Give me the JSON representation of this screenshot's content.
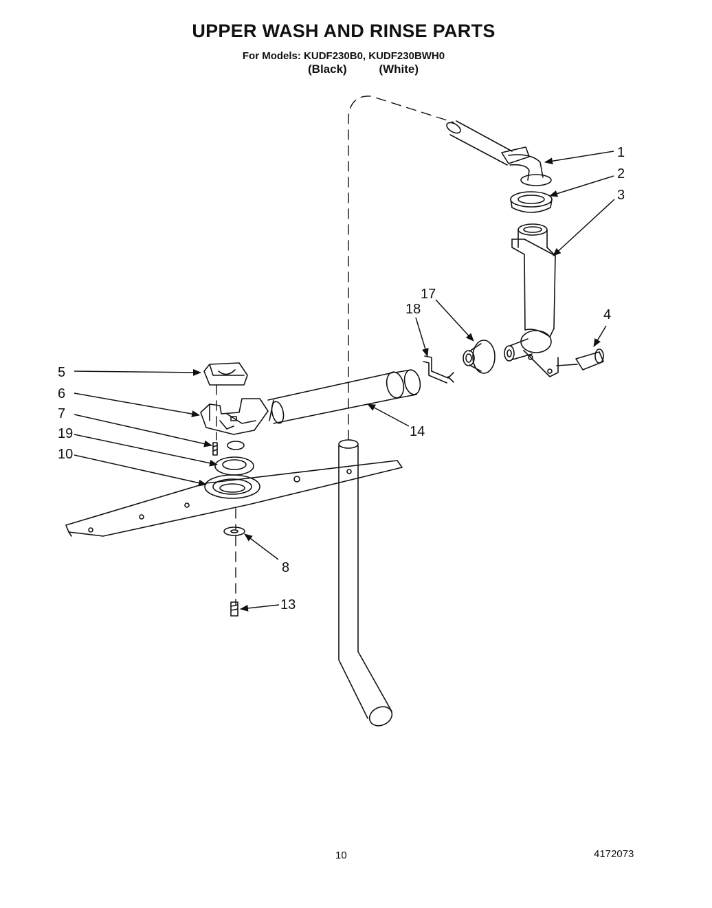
{
  "title": "UPPER WASH AND RINSE PARTS",
  "models_line": "For Models: KUDF230B0, KUDF230BWH0",
  "variants": {
    "black": "(Black)",
    "white": "(White)"
  },
  "callouts": {
    "c1": "1",
    "c2": "2",
    "c3": "3",
    "c4": "4",
    "c5": "5",
    "c6": "6",
    "c7": "7",
    "c8": "8",
    "c10": "10",
    "c13": "13",
    "c14": "14",
    "c17": "17",
    "c18": "18",
    "c19": "19"
  },
  "footer": {
    "page_number": "10",
    "document_number": "4172073"
  }
}
